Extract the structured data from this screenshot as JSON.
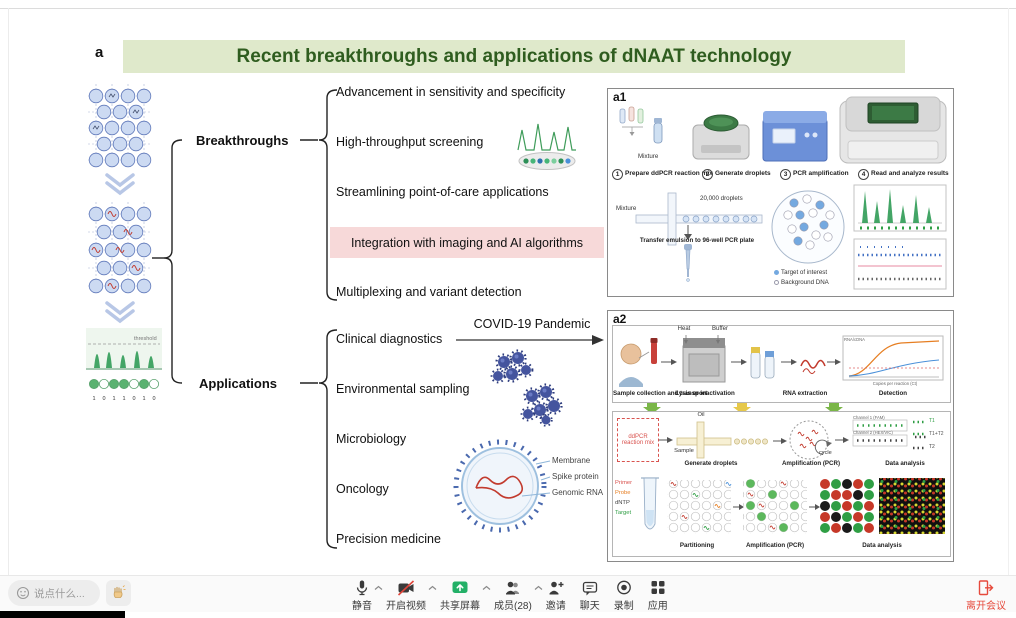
{
  "figure": {
    "panel_a": "a",
    "title": "Recent breakthroughs and applications of dNAAT technology",
    "breakthroughs_label": "Breakthroughs",
    "applications_label": "Applications",
    "breakthrough_items": [
      "Advancement in sensitivity and specificity",
      "High-throughput screening",
      "Streamlining point-of-care applications",
      "Integration with imaging and AI algorithms",
      "Multiplexing and variant detection"
    ],
    "application_items": [
      "Clinical diagnostics",
      "Environmental sampling",
      "Microbiology",
      "Oncology",
      "Precision medicine"
    ],
    "covid_note": "COVID-19 Pandemic",
    "threshold_label": "threshold",
    "signal_digits": [
      "1",
      "0",
      "1",
      "1",
      "0",
      "1",
      "0"
    ],
    "virus_labels": [
      "Membrane",
      "Spike protein",
      "Genomic RNA"
    ],
    "a1": {
      "panel_label": "a1",
      "steps": [
        {
          "num": "1",
          "text": "Prepare ddPCR reaction mix"
        },
        {
          "num": "2",
          "text": "Generate droplets"
        },
        {
          "num": "3",
          "text": "PCR amplification"
        },
        {
          "num": "4",
          "text": "Read and analyze results"
        }
      ],
      "mixture_label": "Mixture",
      "droplet_count": "20,000 droplets",
      "transfer_note": "Transfer emulsion to 96-well PCR plate",
      "legend_target": "Target of interest",
      "legend_background": "Background DNA"
    },
    "a2": {
      "panel_label": "a2",
      "stage1": [
        "Sample collection and transport",
        "Lysis or inactivation",
        "RNA extraction",
        "Detection"
      ],
      "heat": "Heat",
      "buffer": "Buffer",
      "plot_ylabel": "RNA/cDNA",
      "plot_xlabel": "Copies per reaction (Ct)",
      "mix_box": "ddPCR reaction mix",
      "oil": "Oil",
      "sample": "Sample",
      "cycle": "cycle",
      "stage2": [
        "Generate droplets",
        "Amplification (PCR)",
        "Data analysis"
      ],
      "channels": [
        "Channel 1 (FAM)",
        "Channel 2 (HEX/VIC)"
      ],
      "clusters": [
        "T1",
        "T1+T2",
        "T2"
      ],
      "reagents": [
        "Primer",
        "Probe",
        "dNTP",
        "Target"
      ],
      "stage3": [
        "Partitioning",
        "Amplification (PCR)",
        "Data analysis"
      ]
    }
  },
  "toolbar": {
    "chat_placeholder": "说点什么...",
    "buttons": [
      {
        "label": "静音"
      },
      {
        "label": "开启视频"
      },
      {
        "label": "共享屏幕"
      },
      {
        "label": "成员(28)"
      },
      {
        "label": "邀请"
      },
      {
        "label": "聊天"
      },
      {
        "label": "录制"
      },
      {
        "label": "应用"
      }
    ],
    "leave": "离开会议"
  },
  "colors": {
    "banner_bg": "#dfe9cb",
    "title_green": "#2f5d1f",
    "highlight_pink": "#f7d9d9",
    "share_green": "#23b067",
    "leave_red": "#e64a3c"
  }
}
